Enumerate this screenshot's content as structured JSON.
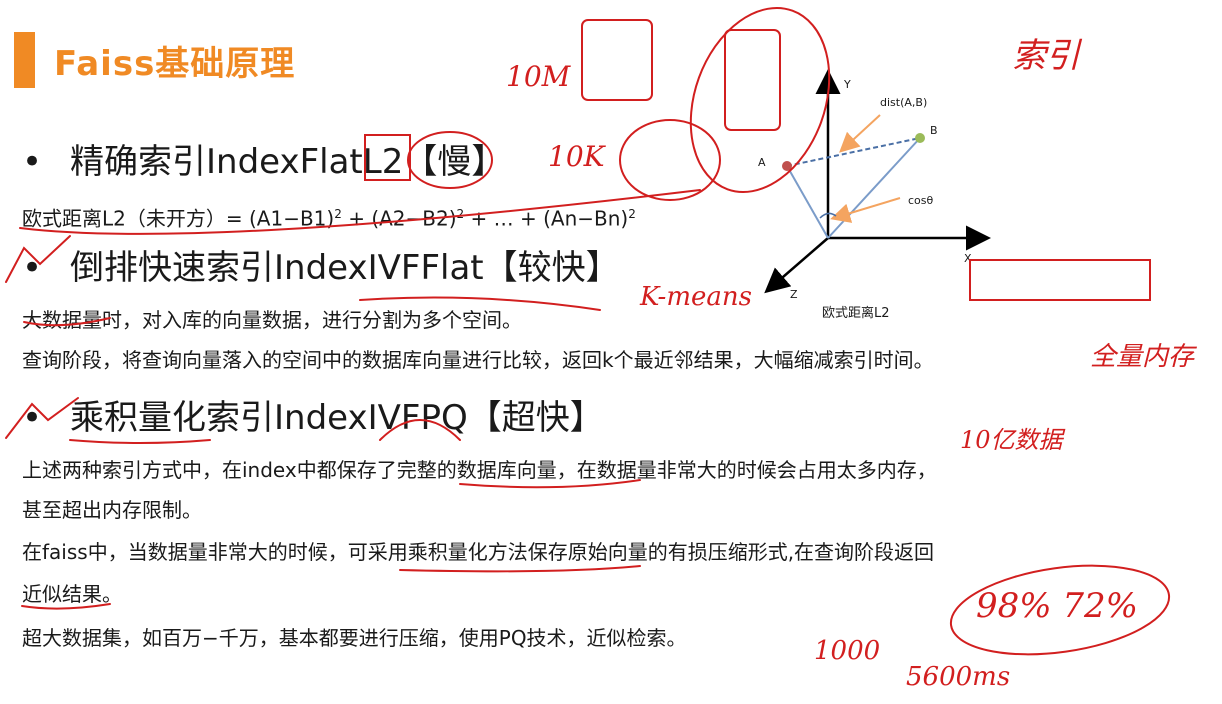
{
  "slide": {
    "title": "Faiss基础原理",
    "bullets": [
      {
        "marker": "•",
        "text": "精确索引IndexFlatL2【慢】"
      },
      {
        "marker": "•",
        "text": "倒排快速索引IndexIVFFlat【较快】"
      },
      {
        "marker": "•",
        "text": "乘积量化索引IndexIVFPQ【超快】"
      }
    ],
    "formula": {
      "prefix": "欧式距离L2（未开方）= (A1−B1)",
      "t2": " + (A2−B2)",
      "t3": " + … + (An−Bn)",
      "sup": "2"
    },
    "ivf_lines": [
      "大数据量时，对入库的向量数据，进行分割为多个空间。",
      "查询阶段，将查询向量落入的空间中的数据库向量进行比较，返回k个最近邻结果，大幅缩减索引时间。"
    ],
    "pq_lines": [
      "上述两种索引方式中，在index中都保存了完整的数据库向量，在数据量非常大的时候会占用太多内存，",
      "甚至超出内存限制。",
      "在faiss中，当数据量非常大的时候，可采用乘积量化方法保存原始向量的有损压缩形式,在查询阶段返回",
      "近似结果。",
      "超大数据集，如百万−千万，基本都要进行压缩，使用PQ技术，近似检索。"
    ]
  },
  "diagram": {
    "y_label": "Y",
    "x_label": "X",
    "z_label": "Z",
    "point_a": "A",
    "point_b": "B",
    "dist_label": "dist(A,B)",
    "cos_label": "cosθ",
    "caption": "欧式距离L2",
    "colors": {
      "point_a": "#c0504d",
      "point_b": "#9bbb59",
      "arrow": "#f4a460",
      "vector": "#7b9cc9"
    }
  },
  "annotations": {
    "ink_color": "#d21f1f",
    "notes": [
      "10M",
      "10K",
      "索引",
      "K-means",
      "全量内存",
      "10亿数据",
      "98% 72%",
      "1000",
      "5600ms"
    ]
  }
}
